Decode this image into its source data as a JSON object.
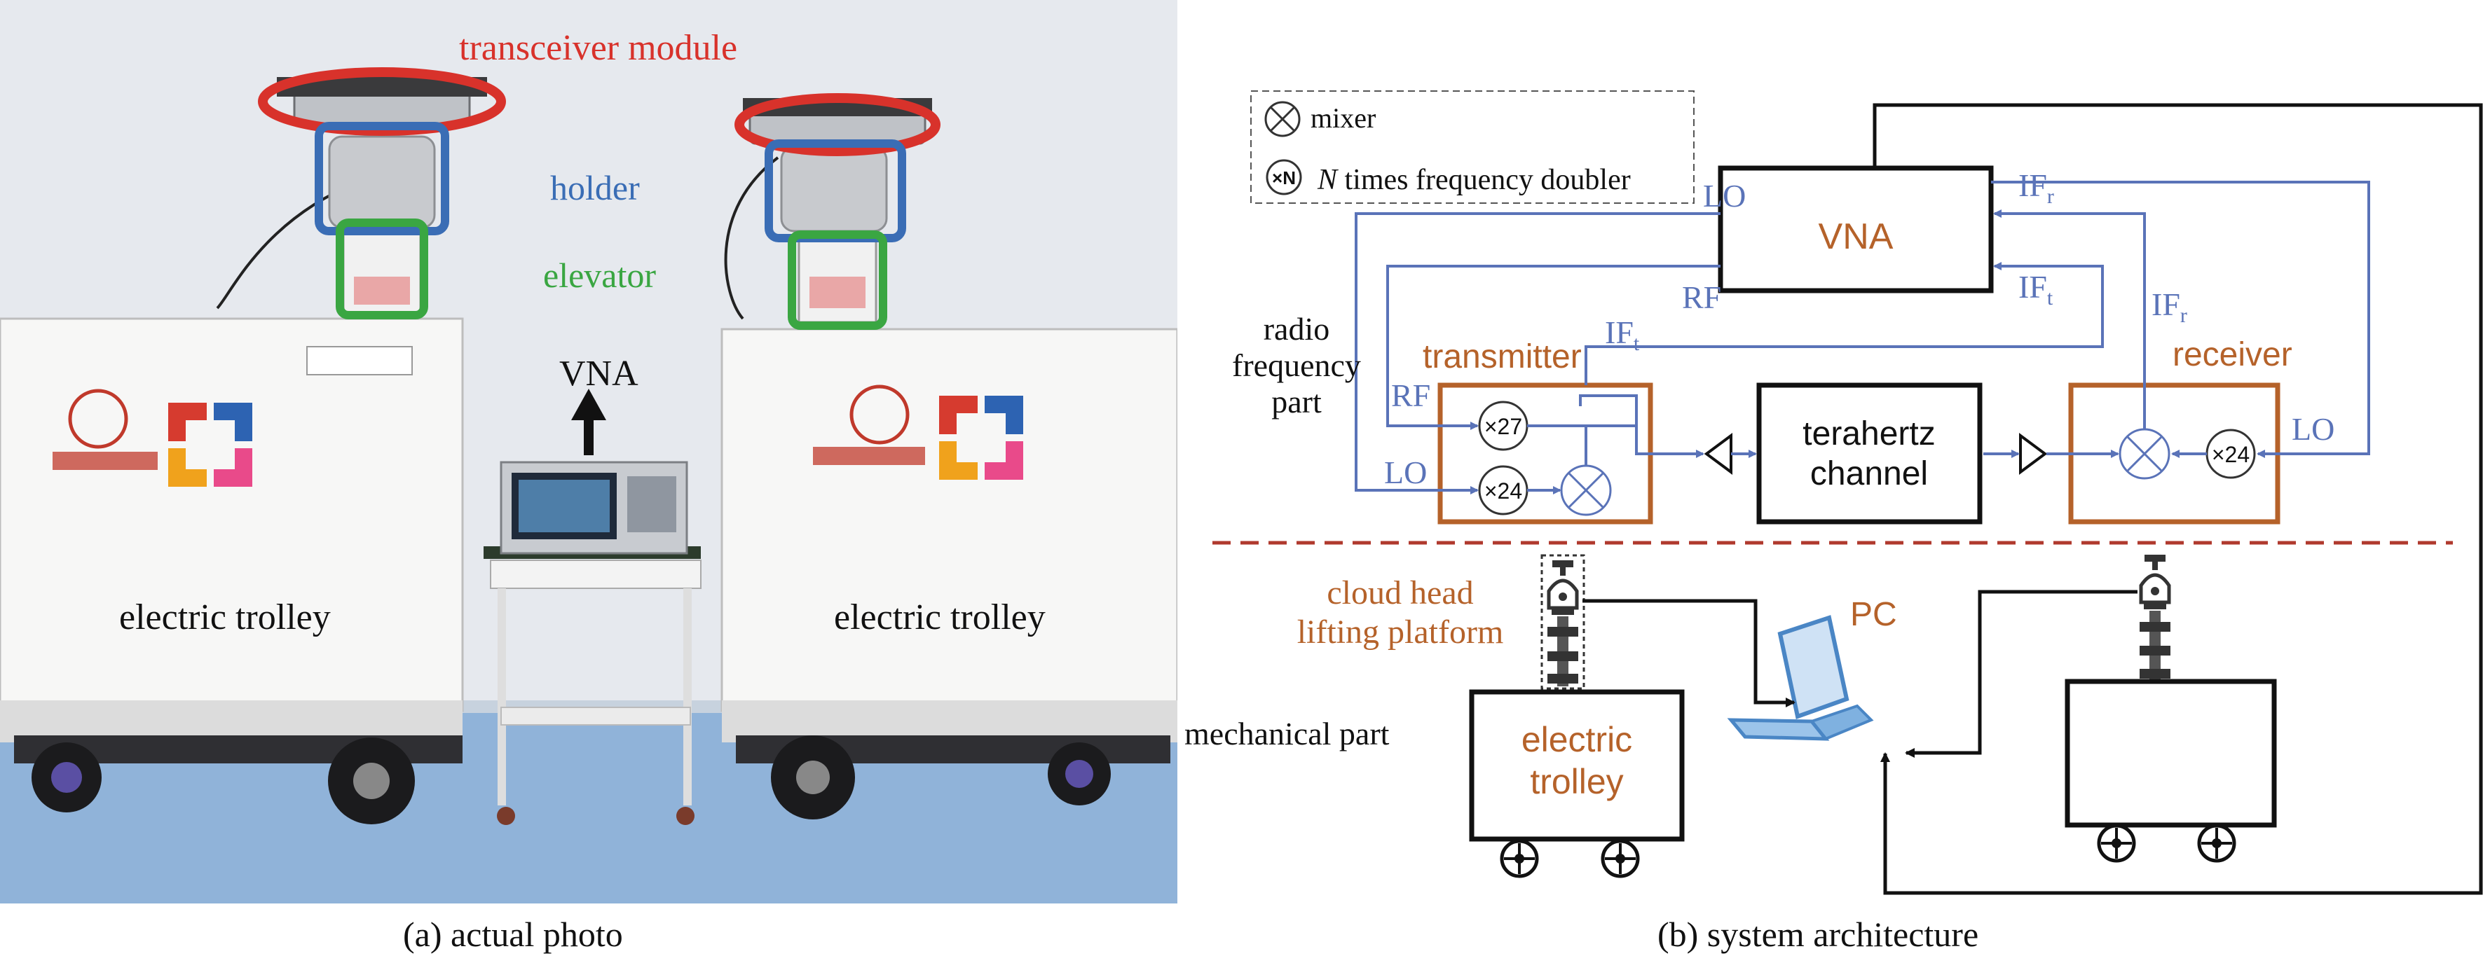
{
  "photo": {
    "labels": {
      "transceiver": "transceiver module",
      "holder": "holder",
      "elevator": "elevator",
      "vna": "VNA",
      "trolley_left": "electric trolley",
      "trolley_right": "electric trolley"
    },
    "colors": {
      "transceiver": "#d8322b",
      "holder": "#3a6db5",
      "elevator": "#3aa642",
      "wall": "#e4e8ee",
      "floor": "#8fb1d6"
    }
  },
  "diagram": {
    "legend": {
      "mixer": "mixer",
      "doubler_symbol": "×N",
      "doubler_n": "N",
      "doubler_text": " times frequency doubler"
    },
    "vna": "VNA",
    "terahertz_channel": [
      "terahertz",
      "channel"
    ],
    "transmitter": "transmitter",
    "receiver": "receiver",
    "radio_frequency_part": [
      "radio",
      "frequency",
      "part"
    ],
    "mechanical_part": "mechanical part",
    "cloud_head": [
      "cloud head",
      "lifting platform"
    ],
    "pc": "PC",
    "electric_trolley": [
      "electric",
      "trolley"
    ],
    "signals": {
      "lo": "LO",
      "rf": "RF",
      "if": "IF",
      "sub_t": "t",
      "sub_r": "r"
    },
    "multipliers": {
      "x27": "×27",
      "x24_tx": "×24",
      "x24_rx": "×24"
    },
    "colors": {
      "signal_line": "#5a73b8",
      "orange": "#b5622a",
      "divider": "#b03a2e",
      "black": "#111111"
    }
  },
  "captions": {
    "a": "(a) actual photo",
    "b": "(b) system architecture"
  }
}
